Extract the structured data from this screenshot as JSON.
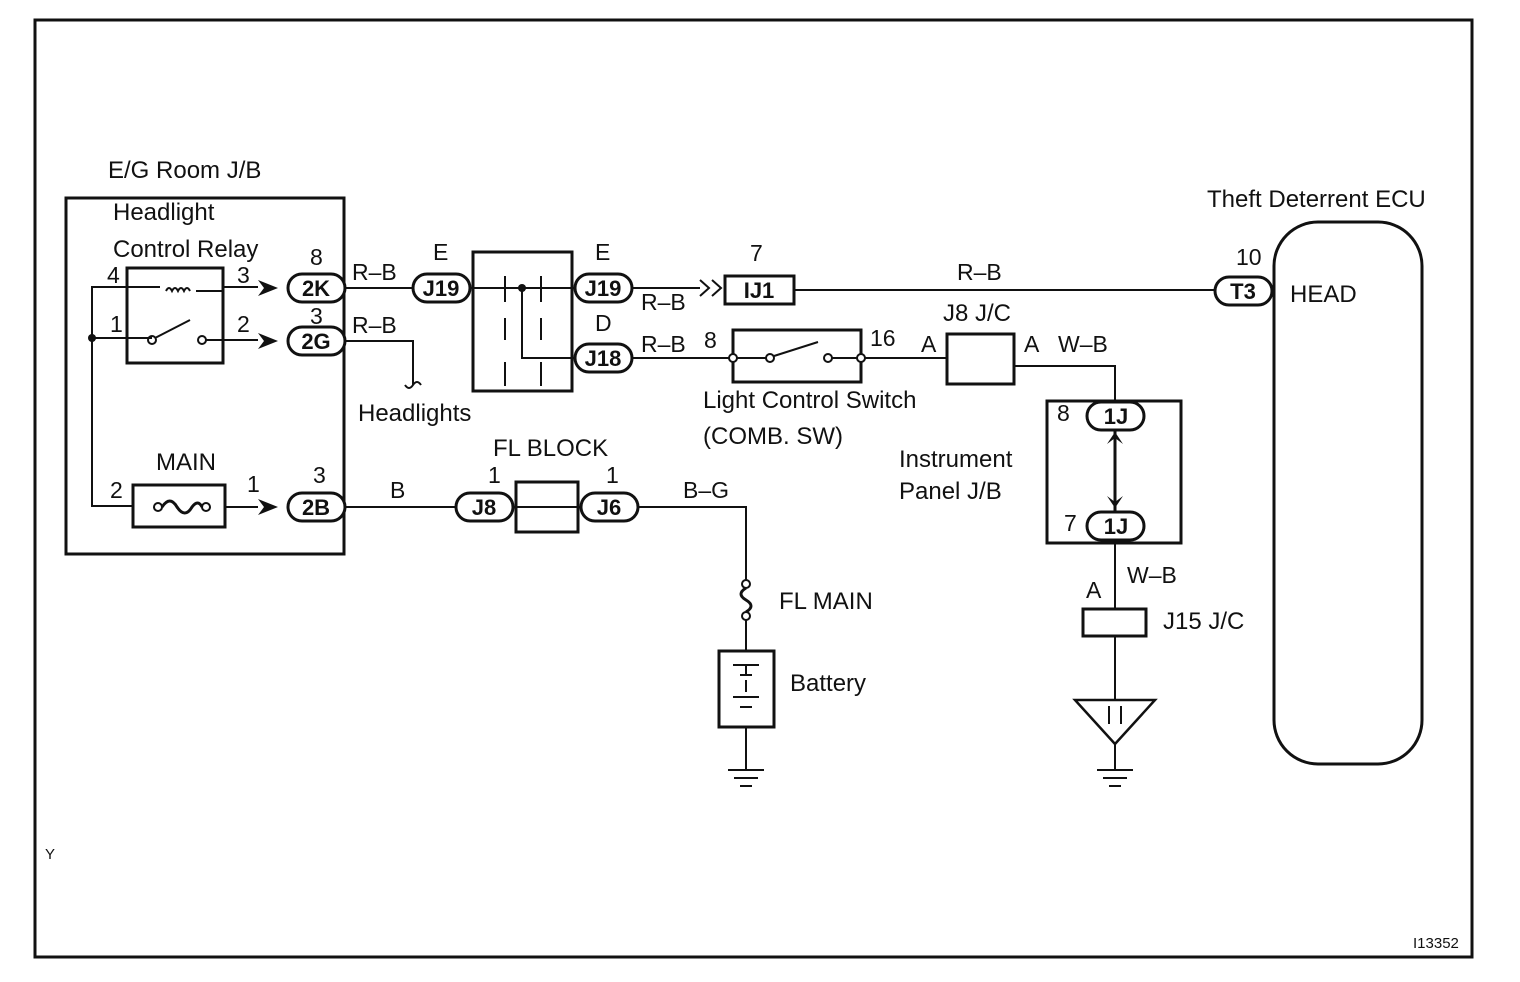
{
  "eg_room_jb": {
    "title": "E/G Room J/B",
    "relay_label_1": "Headlight",
    "relay_label_2": "Control Relay",
    "relay_pins": {
      "p4": "4",
      "p3": "3",
      "p1": "1",
      "p2": "2"
    },
    "main_fuse": "MAIN",
    "main_pins": {
      "p2": "2",
      "p1": "1"
    },
    "conn_2k": {
      "name": "2K",
      "pin": "8"
    },
    "conn_2g": {
      "name": "2G",
      "pin": "3"
    },
    "conn_2b": {
      "name": "2B",
      "pin": "3"
    }
  },
  "wires": {
    "rb_top": "R–B",
    "rb_second": "R–B",
    "b_fl": "B",
    "bg_main": "B–G",
    "rb_after_j19": "R–B",
    "rb_after_j18": "R–B",
    "rb_to_ecu": "R–B",
    "wb_j8": "W–B",
    "wb_j15": "W–B"
  },
  "headlights": "Headlights",
  "j19_left": {
    "name": "J19",
    "pin": "E"
  },
  "j19_right": {
    "name": "J19",
    "pin": "E"
  },
  "j18": {
    "name": "J18",
    "pin": "D"
  },
  "ij1": {
    "name": "IJ1",
    "pin": "7"
  },
  "fl_block": {
    "label": "FL BLOCK",
    "j8": {
      "name": "J8",
      "pin": "1"
    },
    "j6": {
      "name": "J6",
      "pin": "1"
    }
  },
  "fl_main": "FL MAIN",
  "battery": "Battery",
  "light_control_switch": {
    "label_1": "Light Control Switch",
    "label_2": "(COMB. SW)",
    "pin_left": "8",
    "pin_right": "16"
  },
  "j8_jc": {
    "label": "J8 J/C",
    "pin_left": "A",
    "pin_right": "A"
  },
  "instrument_panel_jb": {
    "label_1": "Instrument",
    "label_2": "Panel J/B",
    "top": {
      "name": "1J",
      "pin": "8"
    },
    "bottom": {
      "name": "1J",
      "pin": "7"
    }
  },
  "j15_jc": {
    "label": "J15 J/C",
    "pin": "A"
  },
  "ecu": {
    "title": "Theft Deterrent ECU",
    "terminal": "T3",
    "pin": "10",
    "signal": "HEAD"
  },
  "corner_mark": "Y",
  "figure_code": "I13352"
}
